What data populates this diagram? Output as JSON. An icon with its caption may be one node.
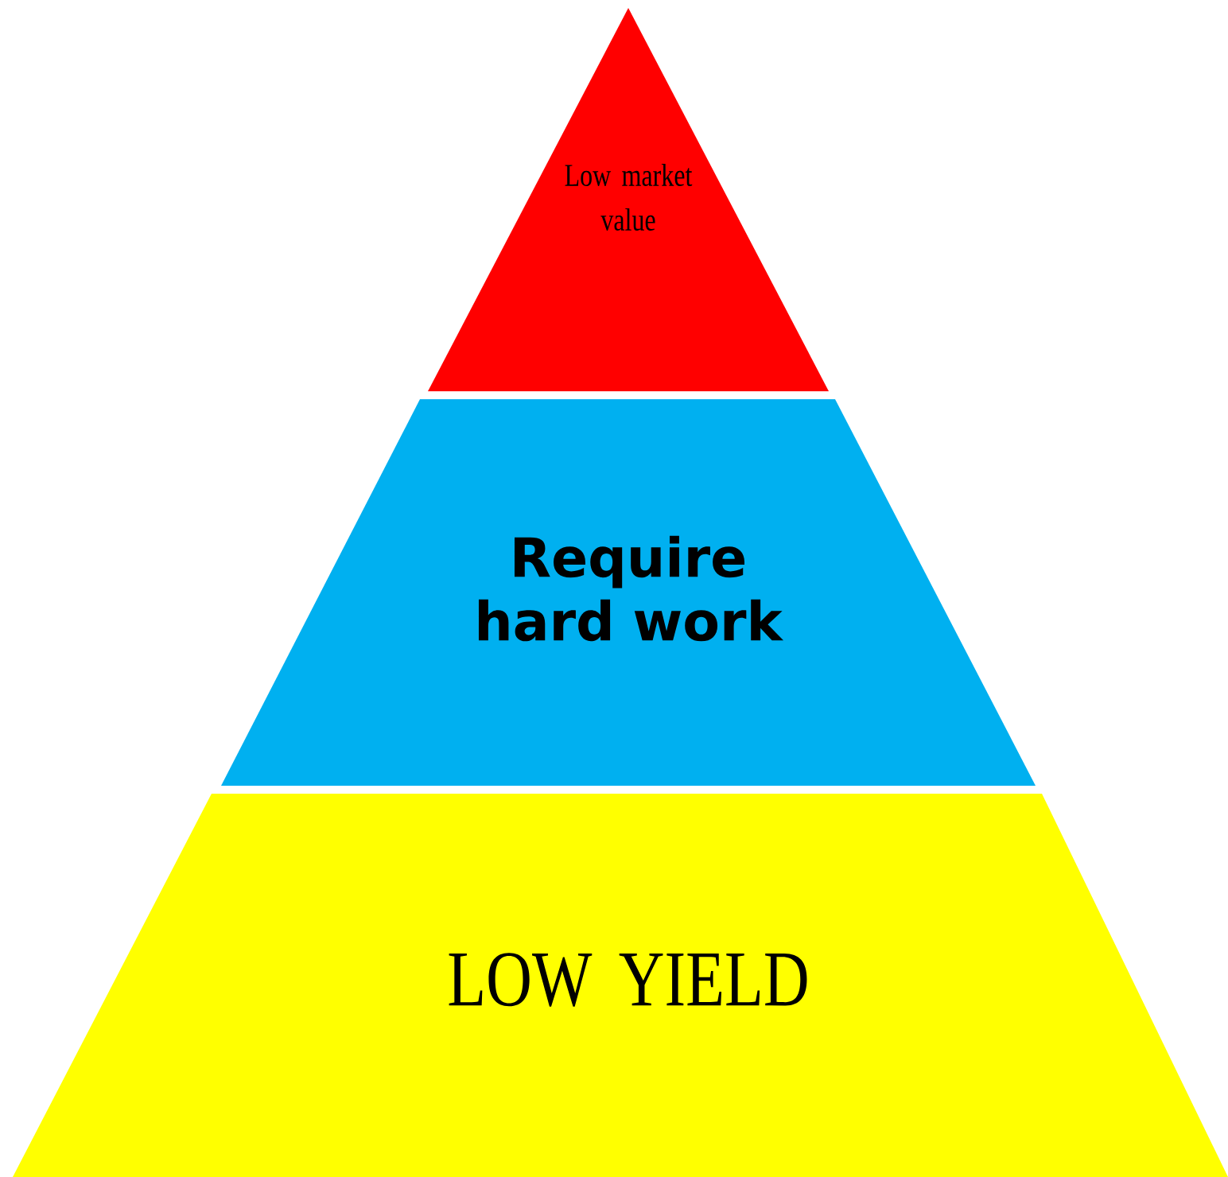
{
  "diagram": {
    "nodes": [
      {
        "text": [
          "Low market value"
        ]
      },
      {
        "text": [
          "Require hard work"
        ]
      },
      {
        "text": [
          "LOW YIELD"
        ]
      }
    ]
  }
}
